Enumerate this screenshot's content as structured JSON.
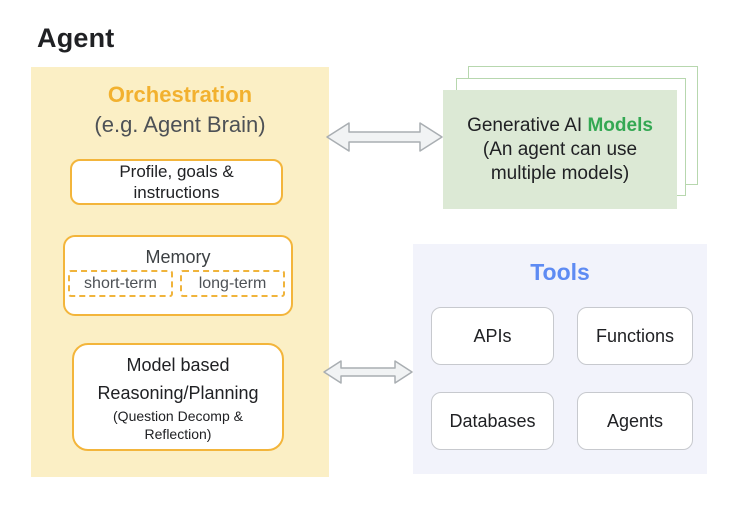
{
  "title": "Agent",
  "orchestration": {
    "heading": "Orchestration",
    "subheading": "(e.g. Agent Brain)",
    "profile_label": "Profile, goals &\ninstructions",
    "memory": {
      "label": "Memory",
      "short_term": "short-term",
      "long_term": "long-term"
    },
    "reasoning": {
      "line1": "Model based",
      "line2": "Reasoning/Planning",
      "note_line1": "(Question Decomp &",
      "note_line2": "Reflection)"
    }
  },
  "models": {
    "title_prefix": "Generative AI ",
    "title_highlight": "Models",
    "note_line1": "(An agent can use",
    "note_line2": "multiple models)"
  },
  "tools": {
    "title": "Tools",
    "items": [
      "APIs",
      "Functions",
      "Databases",
      "Agents"
    ]
  },
  "colors": {
    "orchestration_bg": "#FBEFC5",
    "orchestration_accent": "#F2B12F",
    "gold_border": "#F3B53B",
    "models_bg": "#DCE9D5",
    "models_card_border": "#B7D7AE",
    "models_highlight_green": "#34A853",
    "tools_bg": "#F2F3FB",
    "tools_accent_blue": "#5E8BF3",
    "tool_box_border": "#C7C9CE",
    "arrow_fill": "#F1F3F4",
    "arrow_border": "#A9AEB2",
    "text_dark": "#202124",
    "text_gray": "#4D5156"
  }
}
